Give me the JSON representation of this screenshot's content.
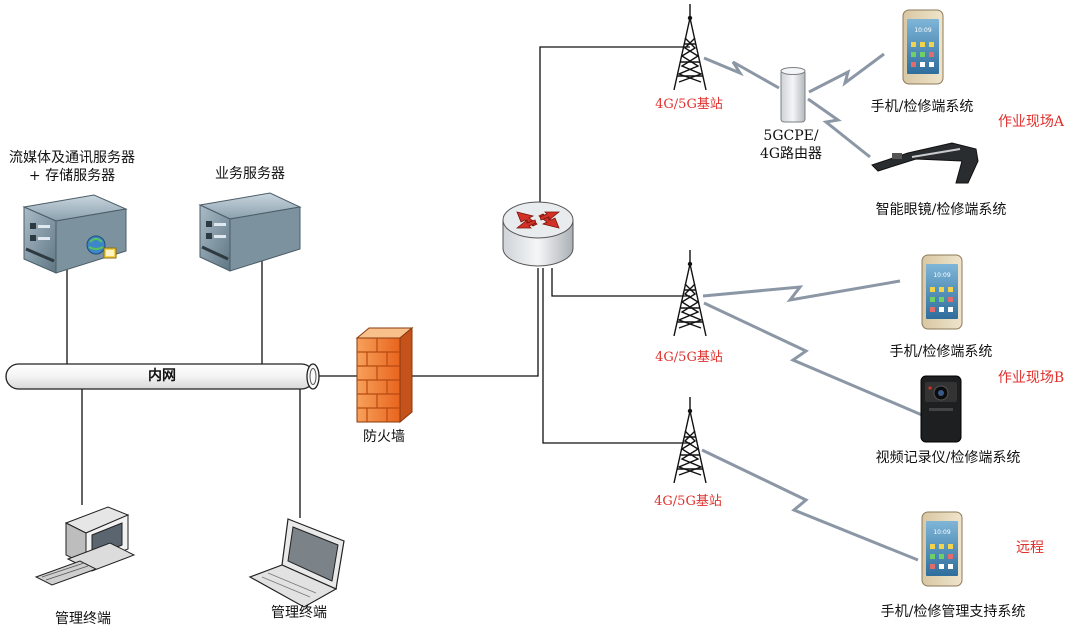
{
  "servers": {
    "media_line1": "流媒体及通讯服务器",
    "media_line2": "+ 存储服务器",
    "business": "业务服务器"
  },
  "network": {
    "intranet": "内网",
    "firewall": "防火墙"
  },
  "terminals": {
    "desktop": "管理终端",
    "laptop": "管理终端"
  },
  "base_stations": {
    "top": "4G/5G基站",
    "middle": "4G/5G基站",
    "bottom": "4G/5G基站"
  },
  "cpe": {
    "line1": "5GCPE/",
    "line2": "4G路由器"
  },
  "devices": {
    "phone_a": "手机/检修端系统",
    "glasses": "智能眼镜/检修端系统",
    "phone_b": "手机/检修端系统",
    "recorder": "视频记录仪/检修端系统",
    "phone_remote": "手机/检修管理支持系统"
  },
  "sites": {
    "a": "作业现场A",
    "b": "作业现场B",
    "remote": "远程"
  },
  "colors": {
    "accent_red": "#e0302c",
    "wireless": "#8c97a6",
    "line": "#111111"
  }
}
